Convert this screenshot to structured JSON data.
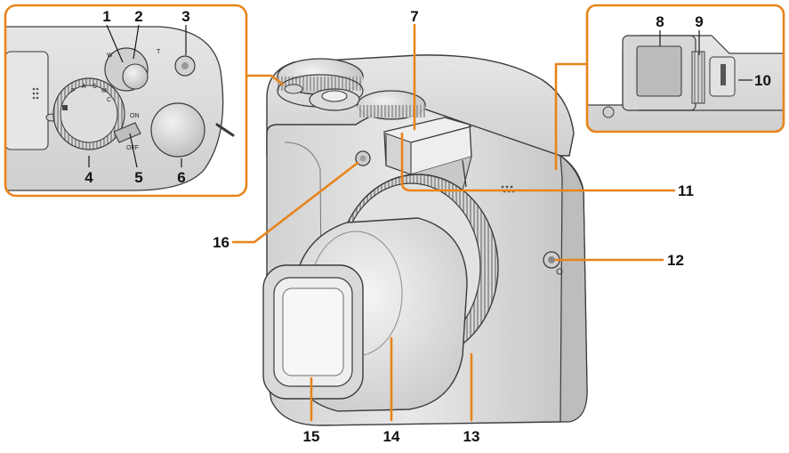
{
  "colors": {
    "accent": "#e8841a",
    "outline": "#3a3a3a",
    "body_light": "#e4e4e4",
    "body_mid": "#c4c4c4"
  },
  "top_view_marks": {
    "zoom_w": "W",
    "zoom_t": "T",
    "switch_on": "ON",
    "switch_off": "OFF",
    "mode_p": "P",
    "mode_a": "A",
    "mode_s": "S",
    "mode_m": "M",
    "mode_c": "C"
  },
  "callouts": [
    {
      "id": "1",
      "label": "1"
    },
    {
      "id": "2",
      "label": "2"
    },
    {
      "id": "3",
      "label": "3"
    },
    {
      "id": "4",
      "label": "4"
    },
    {
      "id": "5",
      "label": "5"
    },
    {
      "id": "6",
      "label": "6"
    },
    {
      "id": "7",
      "label": "7"
    },
    {
      "id": "8",
      "label": "8"
    },
    {
      "id": "9",
      "label": "9"
    },
    {
      "id": "10",
      "label": "10"
    },
    {
      "id": "11",
      "label": "11"
    },
    {
      "id": "12",
      "label": "12"
    },
    {
      "id": "13",
      "label": "13"
    },
    {
      "id": "14",
      "label": "14"
    },
    {
      "id": "15",
      "label": "15"
    },
    {
      "id": "16",
      "label": "16"
    }
  ]
}
